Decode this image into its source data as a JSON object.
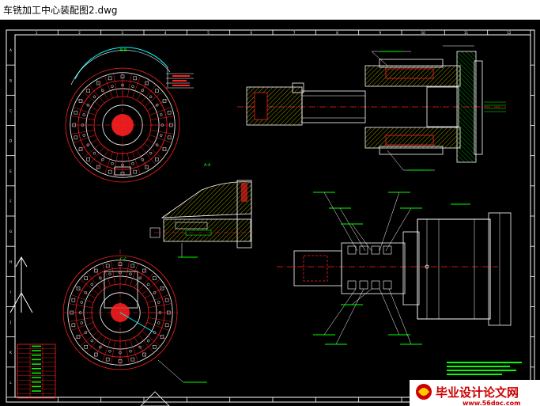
{
  "window": {
    "title": "车铣加工中心装配图2.dwg"
  },
  "colors": {
    "background": "#000000",
    "frame": "#ffffff",
    "red": "#ff2020",
    "green": "#00ff00",
    "cyan": "#00ffff",
    "yellow": "#ffff00",
    "magenta": "#ff00ff"
  },
  "drawing": {
    "view_label": "A-A",
    "border_top_numbers": [
      "1",
      "2",
      "3",
      "4",
      "5",
      "6",
      "7",
      "8",
      "9",
      "10",
      "11",
      "12"
    ],
    "border_side_letters": [
      "A",
      "B",
      "C",
      "D",
      "E",
      "F",
      "G",
      "H",
      "I",
      "J",
      "K",
      "L"
    ]
  },
  "watermark": {
    "site_name": "毕业设计论文网",
    "url": "www.56doc.com"
  },
  "icons": [
    "ucs-axis-icon",
    "logo-emblem-icon"
  ]
}
